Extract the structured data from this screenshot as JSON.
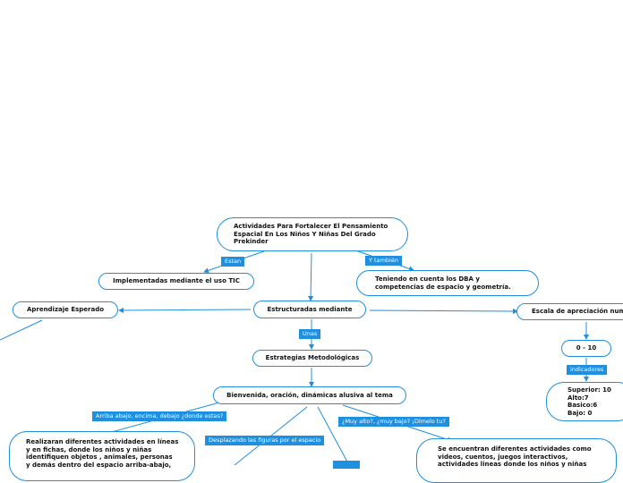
{
  "nodes": {
    "root": "Actividades Para Fortalecer El Pensamiento\nEspacial En Los Niños Y Niñas Del Grado\nPrekinder",
    "tic": "Implementadas mediante el uso TIC",
    "dba": "Teniendo en cuenta los DBA y\ncompetencias de espacio y geometría.",
    "aprendizaje": "Aprendizaje Esperado",
    "estructuradas": "Estructuradas mediante",
    "escala": "Escala de apreciación num",
    "estrategias": "Estrategias Metodológicas",
    "rango": "0 - 10",
    "niveles": "Superior: 10\nAlto:7\nBasico:6\nBajo: 0",
    "bienvenida": "Bienvenida, oración, dinámicas alusiva al tema",
    "realizaran": "Realizaran diferentes actividades en líneas\ny en fichas, donde los niños y niñas\nidentifiquen objetos , animales,  personas\ny demás dentro del espacio arriba-abajo,",
    "juegos": "Se encuentran diferentes actividades como\nvideos, cuentos, juegos interactivos,\nactividades lineas donde los niños y niñas"
  },
  "labels": {
    "estan": "Estan",
    "tambien": "Y también",
    "unas": "Unas",
    "indicadores": "indicadores",
    "arriba": "Arriba abajo, encima, debajo ¿donde estas?",
    "desplazando": "Desplazando las figuras por el espacio",
    "alto": "¿Muy alto?, ¿muy bajo? ¡Dímelo tu?",
    "cut": ""
  },
  "colors": {
    "accent": "#1f8fe0",
    "text": "#111111"
  }
}
